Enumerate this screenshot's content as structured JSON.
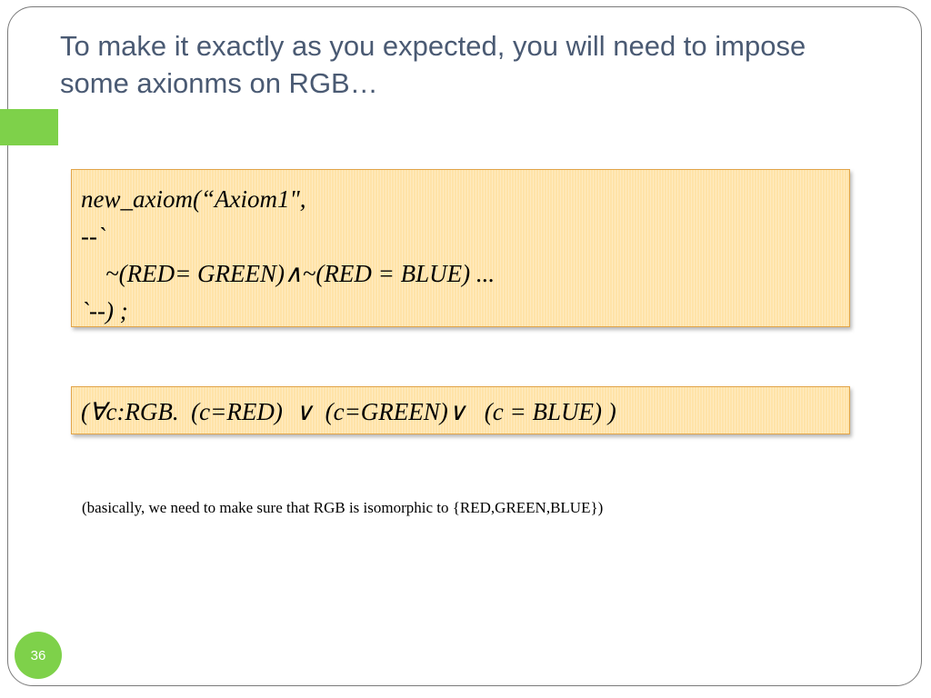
{
  "slide": {
    "title_lines": [
      "To make it exactly as you expected, you will need to impose",
      "some axionms on RGB…"
    ],
    "axiom_box": {
      "lines": [
        "new_axiom(“Axiom1\",",
        "--`",
        "    ~(RED= GREEN)∧~(RED = BLUE) ...",
        "`--) ;"
      ]
    },
    "forall_box": {
      "text": "(∀c:RGB.  (c=RED)  ∨  (c=GREEN)∨   (c = BLUE) )"
    },
    "note": "(basically, we need to make sure that RGB is isomorphic to {RED,GREEN,BLUE})",
    "page_number": "36"
  },
  "colors": {
    "title": "#4a5a73",
    "accent": "#7ed14a",
    "box_fill": "#ffe3a8",
    "box_border": "#e2a448"
  }
}
